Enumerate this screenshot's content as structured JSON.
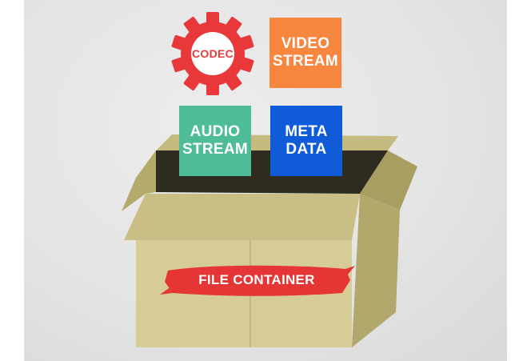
{
  "diagram": {
    "codec": {
      "label": "CODEC",
      "color": "#e8383a"
    },
    "video_stream": {
      "line1": "VIDEO",
      "line2": "STREAM",
      "color": "#f7863f"
    },
    "audio_stream": {
      "line1": "AUDIO",
      "line2": "STREAM",
      "color": "#4fbc98"
    },
    "meta_data": {
      "line1": "META",
      "line2": "DATA",
      "color": "#0f5bd8"
    },
    "container": {
      "label": "FILE CONTAINER",
      "box_color": "#cfc58f",
      "brush_color": "#e53535"
    }
  }
}
